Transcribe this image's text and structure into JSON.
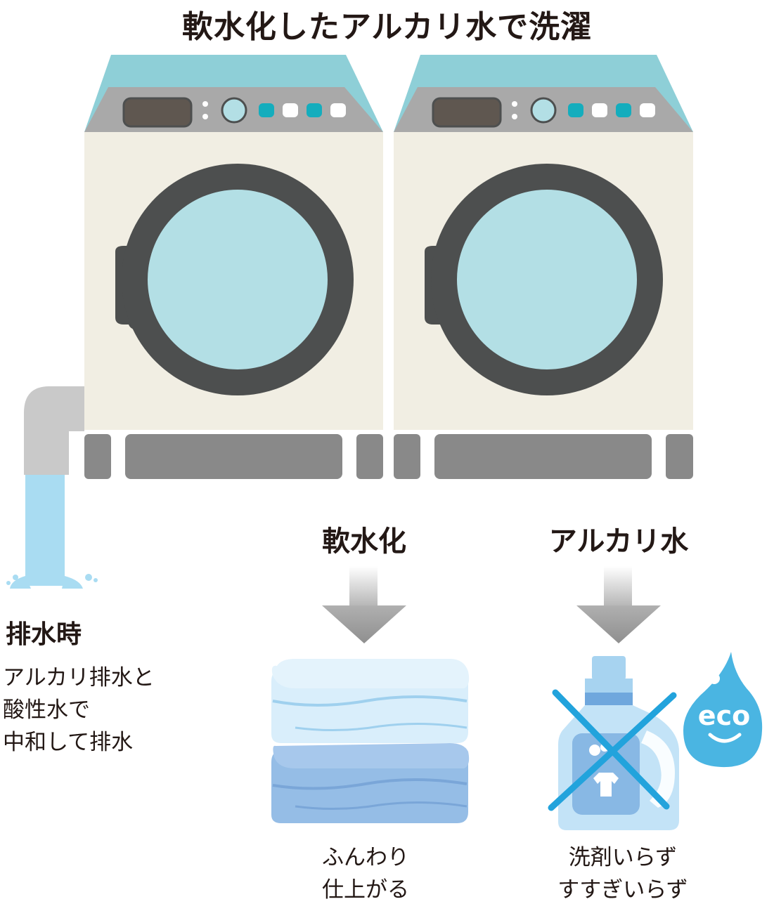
{
  "title": "軟水化したアルカリ水で洗濯",
  "softening": {
    "label": "軟水化",
    "caption_lines": [
      "ふんわり",
      "仕上がる"
    ]
  },
  "alkaline": {
    "label": "アルカリ水",
    "caption_lines": [
      "洗剤いらず",
      "すすぎいらず"
    ]
  },
  "drainage": {
    "title": "排水時",
    "desc_lines": [
      "アルカリ排水と",
      "酸性水で",
      "中和して排水"
    ]
  },
  "eco_badge": {
    "text": "eco",
    "icon": "water-drop-icon"
  },
  "colors": {
    "text": "#231815",
    "machine_body": "#f1eee3",
    "machine_top": "#8ecfd7",
    "panel": "#a9a9a9",
    "base": "#898989",
    "door_ring": "#4d4f4f",
    "glass": "#b3dfe5",
    "button_teal": "#14adbd",
    "water": "#a9dcf2",
    "cross": "#22a3dc",
    "eco_drop": "#4ab5e2"
  }
}
